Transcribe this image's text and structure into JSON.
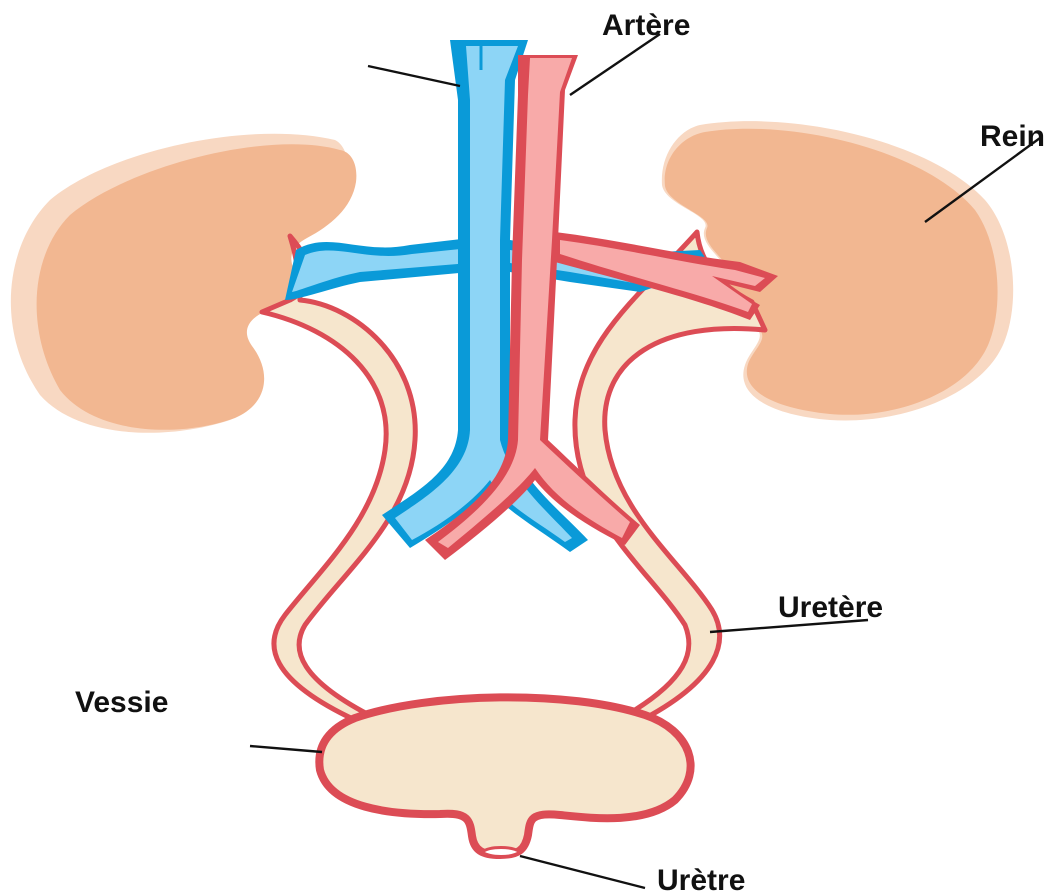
{
  "labels": {
    "artere": "Artère",
    "rein": "Rein",
    "uretere": "Uretère",
    "vessie": "Vessie",
    "uretre": "Urètre"
  },
  "colors": {
    "kidney": "#f2b791",
    "kidney_rim": "#f8d8c2",
    "vein_fill": "#8dd5f6",
    "vein_edge": "#0a9ad8",
    "artery_fill": "#f8aaa9",
    "artery_edge": "#dc4c55",
    "urinary_fill": "#f6e6cd",
    "urinary_edge": "#dc4c55"
  }
}
